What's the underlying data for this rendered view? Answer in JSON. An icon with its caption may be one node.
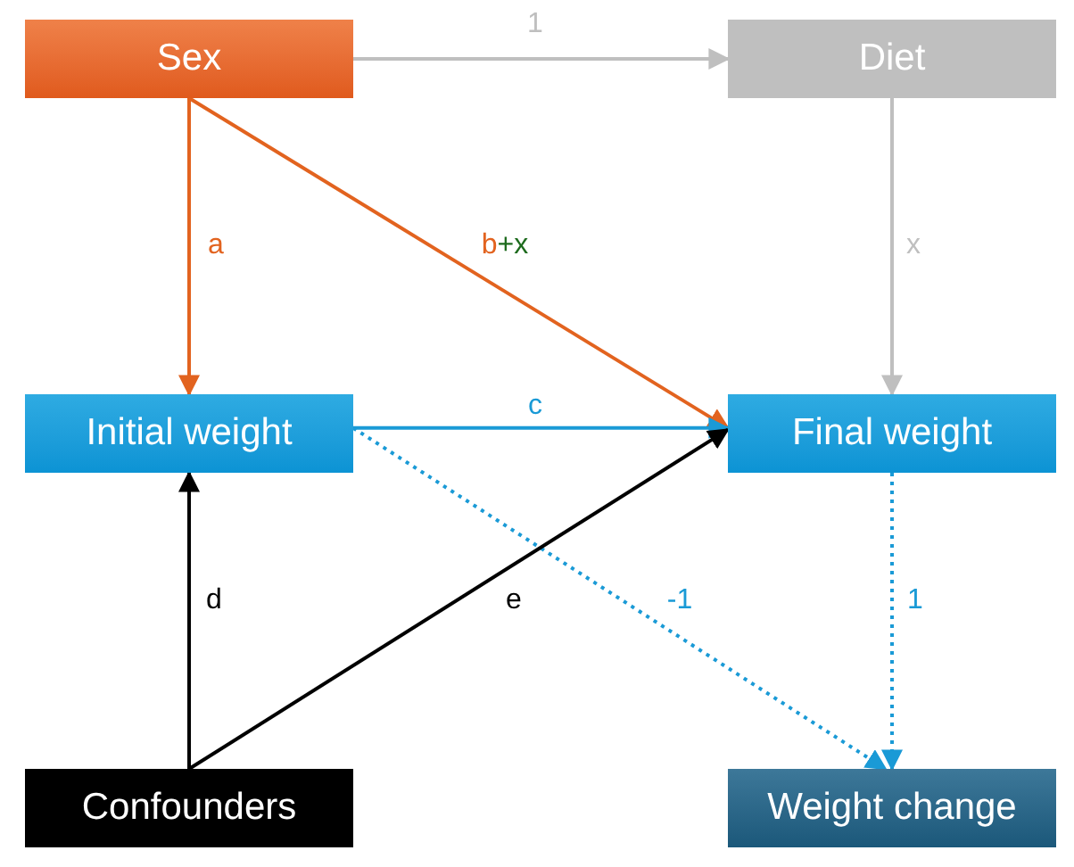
{
  "diagram": {
    "nodes": [
      {
        "text": [
          "Sex"
        ]
      },
      {
        "text": [
          "Diet"
        ]
      },
      {
        "text": [
          "Initial weight"
        ]
      },
      {
        "text": [
          "Final weight"
        ]
      },
      {
        "text": [
          "Confounders"
        ]
      },
      {
        "text": [
          "Weight change"
        ]
      }
    ],
    "edges": [
      {
        "from": 0,
        "to": 1,
        "arrow": "to",
        "label": "1",
        "color": "#bfbfbf"
      },
      {
        "from": 0,
        "to": 2,
        "arrow": "to",
        "label": "a",
        "color": "#e2631f"
      },
      {
        "from": 0,
        "to": 3,
        "arrow": "to",
        "label": "b+x",
        "color": "#e2631f"
      },
      {
        "from": 1,
        "to": 3,
        "arrow": "to",
        "label": "x",
        "color": "#bfbfbf"
      },
      {
        "from": 2,
        "to": 3,
        "arrow": "to",
        "label": "c",
        "color": "#1a9ad6"
      },
      {
        "from": 2,
        "to": 5,
        "arrow": "to",
        "label": "-1",
        "style": "dashed",
        "color": "#1a9ad6"
      },
      {
        "from": 3,
        "to": 5,
        "arrow": "to",
        "label": "1",
        "style": "dashed",
        "color": "#1a9ad6"
      },
      {
        "from": 4,
        "to": 2,
        "arrow": "to",
        "label": "d",
        "color": "#000000"
      },
      {
        "from": 4,
        "to": 3,
        "arrow": "to",
        "label": "e",
        "color": "#000000"
      }
    ]
  }
}
